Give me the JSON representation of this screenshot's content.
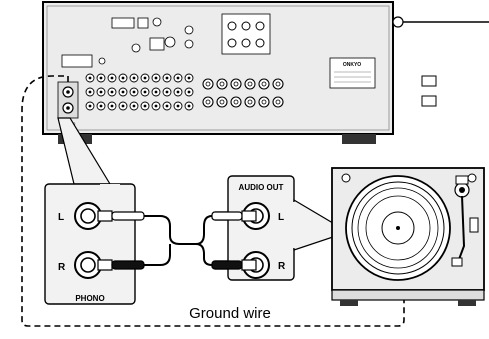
{
  "receiver": {
    "brand": "ONKYO",
    "panel_label": "PHONO"
  },
  "phono_inset": {
    "left_label": "L",
    "right_label": "R",
    "title": "PHONO"
  },
  "audio_out_inset": {
    "title": "AUDIO OUT",
    "left_label": "L",
    "right_label": "R"
  },
  "ground_wire_label": "Ground wire",
  "colors": {
    "line": "#000000",
    "panel": "#e6e6e6",
    "inset_bg": "#f2f2f2",
    "dashed": "#000000"
  }
}
